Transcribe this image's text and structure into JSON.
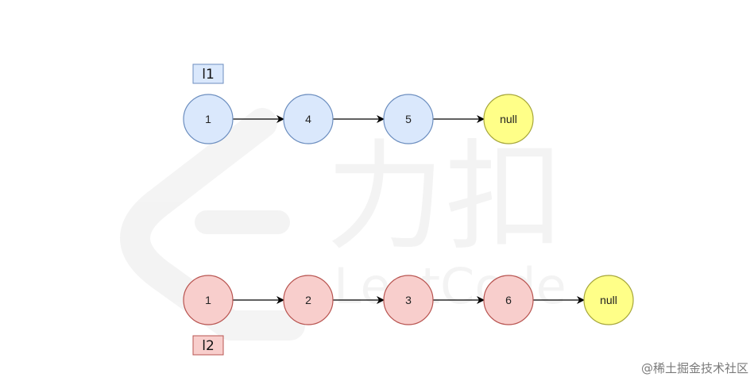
{
  "lists": [
    {
      "label": "l1",
      "fill": "#dae8fc",
      "stroke": "#6c8ebf",
      "nodes": [
        "1",
        "4",
        "5",
        "null"
      ]
    },
    {
      "label": "l2",
      "fill": "#f8cecc",
      "stroke": "#b85450",
      "nodes": [
        "1",
        "2",
        "3",
        "6",
        "null"
      ]
    }
  ],
  "null_node": {
    "text": "null",
    "fill": "#ffff88",
    "stroke": "#a6a63a"
  },
  "arrow_color": "#000000",
  "watermark": {
    "text": "力扣",
    "subtext": "LeetCode"
  },
  "brand_text": "@稀土掘金技术社区"
}
